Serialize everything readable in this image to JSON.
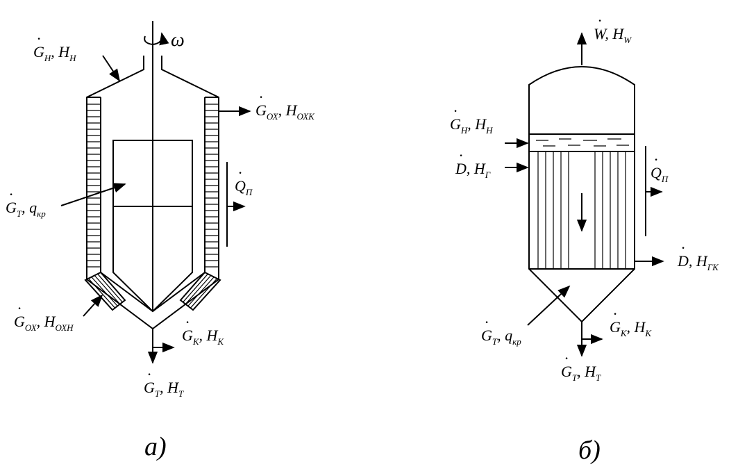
{
  "diagram_a": {
    "caption": "а)",
    "feed": {
      "sym": "G",
      "sub": "Н",
      "sym2": "H",
      "sub2": "Н"
    },
    "coolant_out": {
      "sym": "G",
      "sub": "ОХ",
      "sym2": "H",
      "sub2": "ОХК"
    },
    "heat_loss": {
      "sym": "Q",
      "sub": "П"
    },
    "solids": {
      "sym": "G",
      "sub": "Т",
      "sym2": "q",
      "sub2": "кр"
    },
    "coolant_in": {
      "sym": "G",
      "sub": "ОХ",
      "sym2": "H",
      "sub2": "ОХН"
    },
    "concentrate": {
      "sym": "G",
      "sub": "К",
      "sym2": "H",
      "sub2": "К"
    },
    "product": {
      "sym": "G",
      "sub": "Т",
      "sym2": "H",
      "sub2": "Т"
    },
    "rotation": "ω"
  },
  "diagram_b": {
    "caption": "б)",
    "vapour": {
      "sym": "W",
      "sub": "",
      "sym2": "H",
      "sub2": "W"
    },
    "feed": {
      "sym": "G",
      "sub": "Н",
      "sym2": "H",
      "sub2": "Н"
    },
    "steam": {
      "sym": "D",
      "sub": "",
      "sym2": "H",
      "sub2": "Г"
    },
    "heat_loss": {
      "sym": "Q",
      "sub": "П"
    },
    "condensate": {
      "sym": "D",
      "sub": "",
      "sym2": "H",
      "sub2": "ГК"
    },
    "solids": {
      "sym": "G",
      "sub": "Т",
      "sym2": "q",
      "sub2": "кр"
    },
    "concentrate": {
      "sym": "G",
      "sub": "К",
      "sym2": "H",
      "sub2": "К"
    },
    "product": {
      "sym": "G",
      "sub": "Т",
      "sym2": "H",
      "sub2": "Т"
    }
  }
}
